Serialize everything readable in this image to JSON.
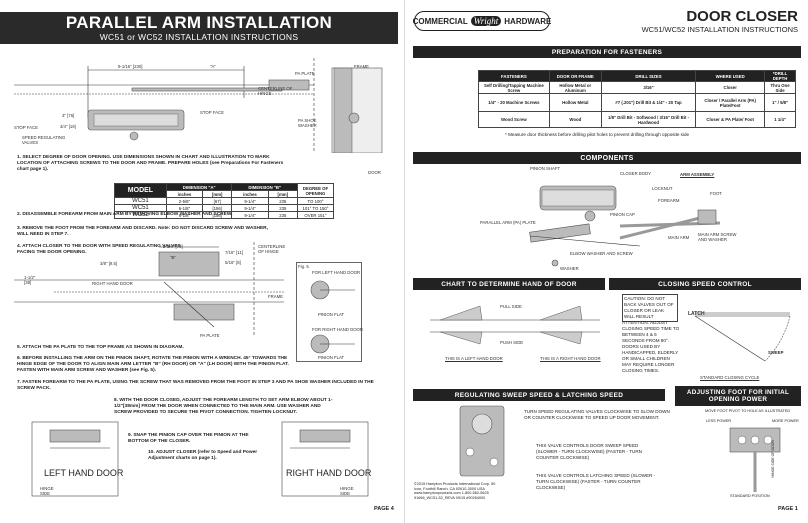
{
  "left": {
    "title": "PARALLEL ARM INSTALLATION",
    "subtitle": "WC51 or WC52 INSTALLATION INSTRUCTIONS",
    "dims": {
      "top": "9-1/16\" [230]",
      "a": "\"A\"",
      "d3": "3\" [76]",
      "d34": "3/4\" [19]"
    },
    "labels": {
      "pa_plate": "PA PLATE",
      "frame": "FRAME",
      "centerline": "CENTERLINE OF HINGE",
      "stop_face_r": "STOP FACE",
      "pa_shoe": "PA SHOE WASHER",
      "stop_face_l": "STOP FACE",
      "speed_valves": "SPEED REGULATING VALVES",
      "door": "DOOR"
    },
    "step1": "1. SELECT DEGREE OF DOOR OPENING. USE DIMENSIONS SHOWN IN CHART AND ILLUSTRATION TO MARK LOCATION OF ATTACHING SCREWS TO THE DOOR AND FRAME. PREPARE HOLES (see Preparations For Fasteners chart page 1).",
    "model_table": {
      "h_model": "MODEL",
      "h_a": "DIMENSION \"A\"",
      "h_b": "DIMENSION \"B\"",
      "h_deg": "DEGREE OF OPENING",
      "h_in": "inches",
      "h_mm": "[mm]",
      "rows": [
        [
          "WC51",
          "2-5/8\"",
          "[67]",
          "9-1/4\"",
          "235",
          "TO 100°"
        ],
        [
          "WC51",
          "6-1/8\"",
          "[156]",
          "9-1/4\"",
          "235",
          "101° TO 150°"
        ],
        [
          "WC52",
          "6-1/8\"",
          "[156]",
          "9-1/4\"",
          "235",
          "OVER 151°"
        ]
      ]
    },
    "step2": "2. DISASSEMBLE FOREARM FROM MAIN ARM BY REMOVING ELBOW WASHER AND SCREW.",
    "step3": "3. REMOVE THE FOOT FROM THE FOREARM AND DISCARD. Note: DO NOT DISCARD SCREW AND WASHER, WILL NEED IN STEP 7.",
    "step4": "4. ATTACH CLOSER TO THE DOOR WITH SPEED REGULATING VALVES FACING THE DOOR OPENING.",
    "mid_dims": {
      "a": "2-3/4\" [70]",
      "b": "\"B\"",
      "c": "7/16\" [11]",
      "d": "5/16\" [8]",
      "e": "3/8\" [9.5]",
      "f": "1-1/2\" [38]"
    },
    "mid_labels": {
      "centerline": "CENTERLINE OF HINGE",
      "frame": "FRAME",
      "rh_door": "RIGHT HAND DOOR",
      "pa_plate": "PA PLATE"
    },
    "fig5": {
      "title": "Fig. 5",
      "lh": "FOR LEFT HAND DOOR",
      "flat1": "PINION FLAT",
      "rh": "FOR RIGHT HAND DOOR",
      "flat2": "PINION FLAT"
    },
    "step5": "5. ATTACH THE PA PLATE TO THE TOP FRAME AS SHOWN IN DIAGRAM.",
    "step6": "6. BEFORE INSTALLING THE ARM ON THE PINION SHAFT, ROTATE THE PINION WITH A WRENCH. 45° TOWARDS THE HINGE EDGE OF THE DOOR TO ALIGN MAIN ARM LETTER \"B\" (RH DOOR) OR \"A\" (LH DOOR) WITH THE PINION FLAT. FASTEN WITH MAIN ARM SCREW AND WASHER (see Fig. 5).",
    "step7": "7. FASTEN FOREARM TO THE PA PLATE, USING THE SCREW THAT WAS REMOVED FROM THE FOOT IN STEP 3 AND PA SHOE WASHER INCLUDED IN THE SCREW PACK.",
    "step8": "8. WITH THE DOOR CLOSED, ADJUST THE FOREARM LENGTH TO SET ARM ELBOW ABOUT 1-1/2\"[38mm] FROM THE DOOR WHEN CONNECTED TO THE MAIN ARM. USE WASHER AND SCREW PROVIDED TO SECURE THE PIVOT CONNECTION. TIGHTEN LOCKNUT.",
    "step9": "9. SNAP THE PINION CAP OVER THE PINION AT THE BOTTOM OF THE CLOSER.",
    "step10": "10. ADJUST CLOSER (refer to Speed and Power Adjustment charts on page 1).",
    "lh_door": "LEFT HAND DOOR",
    "rh_door": "RIGHT HAND DOOR",
    "hinge_side": "HINGE SIDE",
    "page": "PAGE 4"
  },
  "right": {
    "logo_left": "COMMERCIAL",
    "logo_mid": "Wright",
    "logo_right": "HARDWARE",
    "title": "DOOR CLOSER",
    "subtitle": "WC51/WC52 INSTALLATION INSTRUCTIONS",
    "prep_header": "PREPARATION FOR FASTENERS",
    "prep_table": {
      "headers": [
        "FASTENERS",
        "DOOR OR FRAME",
        "DRILL SIZES",
        "WHERE USED",
        "*DRILL DEPTH"
      ],
      "rows": [
        [
          "Self Drilling/Tapping Machine Screw",
          "Hollow Metal or Aluminum",
          "3/16\"",
          "Closer",
          "Thru One Side"
        ],
        [
          "1/4\" - 20 Machine Screws",
          "Hollow Metal",
          "#7 (.201\") Drill Bit & 1/4\" - 20 Tap",
          "Closer / Parallel Arm (PA) Plate/Foot",
          "1\" / 5/8\""
        ],
        [
          "Wood Screw",
          "Wood",
          "1/8\" Drill Bit - Softwood / 3/16\" Drill Bit - Hardwood",
          "Closer & PA Plate/ Foot",
          "1 1/4\""
        ]
      ],
      "note": "* Measure door thickness before drilling pilot holes to prevent drilling through opposite side"
    },
    "comp_header": "COMPONENTS",
    "comp_labels": {
      "pinion_shaft": "PINION SHAFT",
      "closer_body": "CLOSER BODY",
      "arm_assembly": "ARM ASSEMBLY",
      "locknut": "LOCKNUT",
      "foot": "FOOT",
      "forearm": "FOREARM",
      "pinion_cap": "PINION CAP",
      "pa_plate": "PARALLEL ARM (PA) PLATE",
      "main_arm": "MAIN ARM",
      "main_arm_screw": "MAIN ARM SCREW AND WASHER",
      "elbow": "ELBOW WASHER AND SCREW",
      "washer": "WASHER"
    },
    "hand_header": "CHART TO DETERMINE HAND OF DOOR",
    "hand": {
      "pull": "PULL SIDE",
      "push": "PUSH SIDE",
      "lh": "THIS IS A LEFT HAND DOOR",
      "rh": "THIS IS A RIGHT HAND DOOR"
    },
    "speed_header": "CLOSING SPEED CONTROL",
    "speed": {
      "caution": "CAUTION: DO NOT BACK VALVES OUT OF CLOSER OR LEAK WILL RESULT",
      "attention": "ATTENTION: ADJUST CLOSING SPEED TIME TO BETWEEN 4 & 5 SECONDS FROM 90°. DOORS USED BY HANDICAPPED, ELDERLY OR SMALL CHILDREN MAY REQUIRE LONGER CLOSING TIMES.",
      "latch": "LATCH",
      "sweep": "SWEEP",
      "cycle": "STANDARD CLOSING CYCLE"
    },
    "reg_header": "REGULATING SWEEP SPEED & LATCHING SPEED",
    "reg": {
      "t1": "TURN SPEED REGULATING VALVES CLOCKWISE TO SLOW DOWN OR COUNTER CLOCKWISE TO SPEED UP DOOR MOVEMENT.",
      "t2": "THIS VALVE CONTROLS DOOR SWEEP SPEED (SLOWER - TURN CLOCKWISE) (FASTER - TURN COUNTER CLOCKWISE)",
      "t3": "THIS VALVE CONTROLS LATCHING SPEED (SLOWER - TURN CLOCKWISE) (FASTER - TURN COUNTER CLOCKWISE)"
    },
    "foot_header": "ADJUSTING FOOT FOR INITIAL OPENING POWER",
    "foot": {
      "move": "MOVE FOOT PIVOT TO HOLE AS ILLUSTRATED",
      "less": "LESS POWER",
      "more": "MORE POWER",
      "std": "STANDARD POSITION",
      "hinge": "HINGE SIDE OF DOOR"
    },
    "footer": "©2015 Hampton Products International Corp. 50 Icon, Foothill Ranch, CA 92610-3000 USA www.hamptonproducts.com 1-800-562-5625 91666_WC51-52_REVA 09/15 #90264000",
    "page": "PAGE 1"
  }
}
